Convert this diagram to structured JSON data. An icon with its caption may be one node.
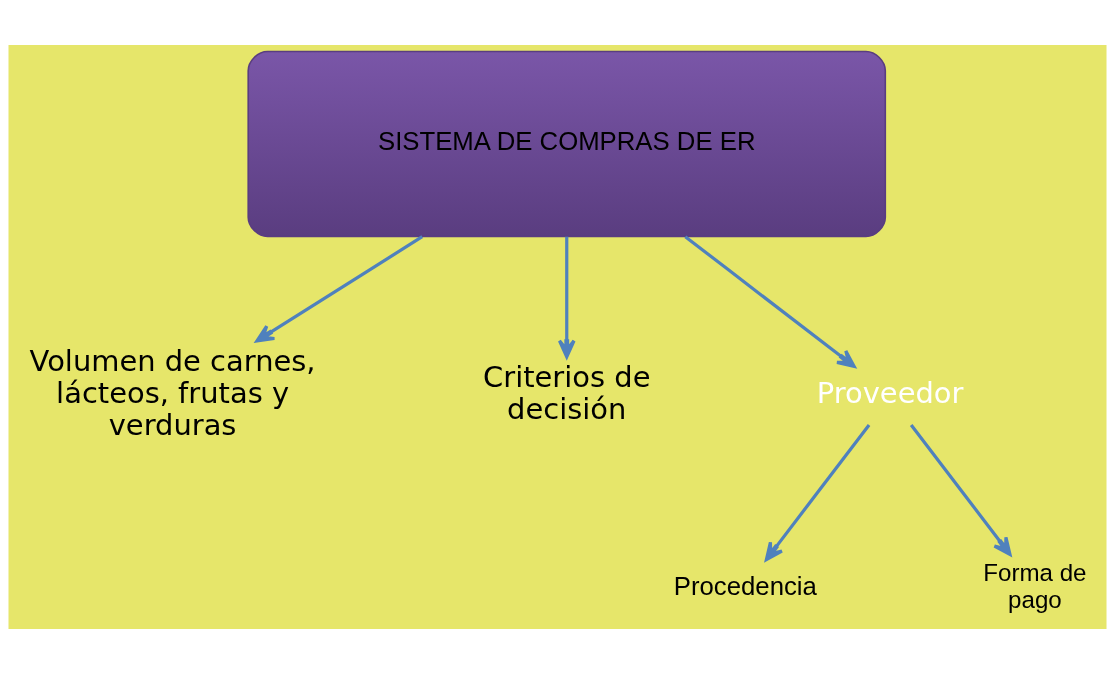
{
  "diagram": {
    "nodes": [
      {
        "text": [
          "SISTEMA DE COMPRAS DE ER"
        ]
      },
      {
        "text": [
          "Volumen de carnes, lácteos, frutas y verduras"
        ]
      },
      {
        "text": [
          "Criterios de decisión"
        ]
      },
      {
        "text": [
          "Proveedor"
        ]
      },
      {
        "text": [
          "Procedencia"
        ]
      },
      {
        "text": [
          "Forma de pago"
        ]
      }
    ],
    "edges": [
      {
        "from": 0,
        "to": 1,
        "arrow": "to"
      },
      {
        "from": 0,
        "to": 2,
        "arrow": "to"
      },
      {
        "from": 0,
        "to": 3,
        "arrow": "to"
      },
      {
        "from": 3,
        "to": 4,
        "arrow": "to"
      },
      {
        "from": 3,
        "to": 5,
        "arrow": "to"
      }
    ]
  }
}
